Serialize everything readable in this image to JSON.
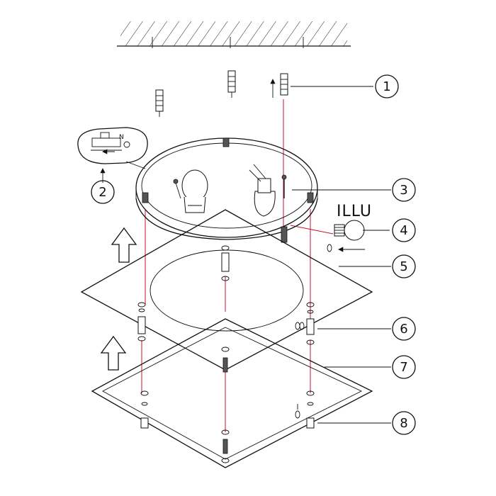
{
  "callouts": [
    "1",
    "2",
    "3",
    "4",
    "5",
    "6",
    "7",
    "8"
  ],
  "bulb_label": "ILLU",
  "inset_mark": "N",
  "colors": {
    "line": "#111111",
    "guide": "#c8102e",
    "background": "#ffffff"
  }
}
